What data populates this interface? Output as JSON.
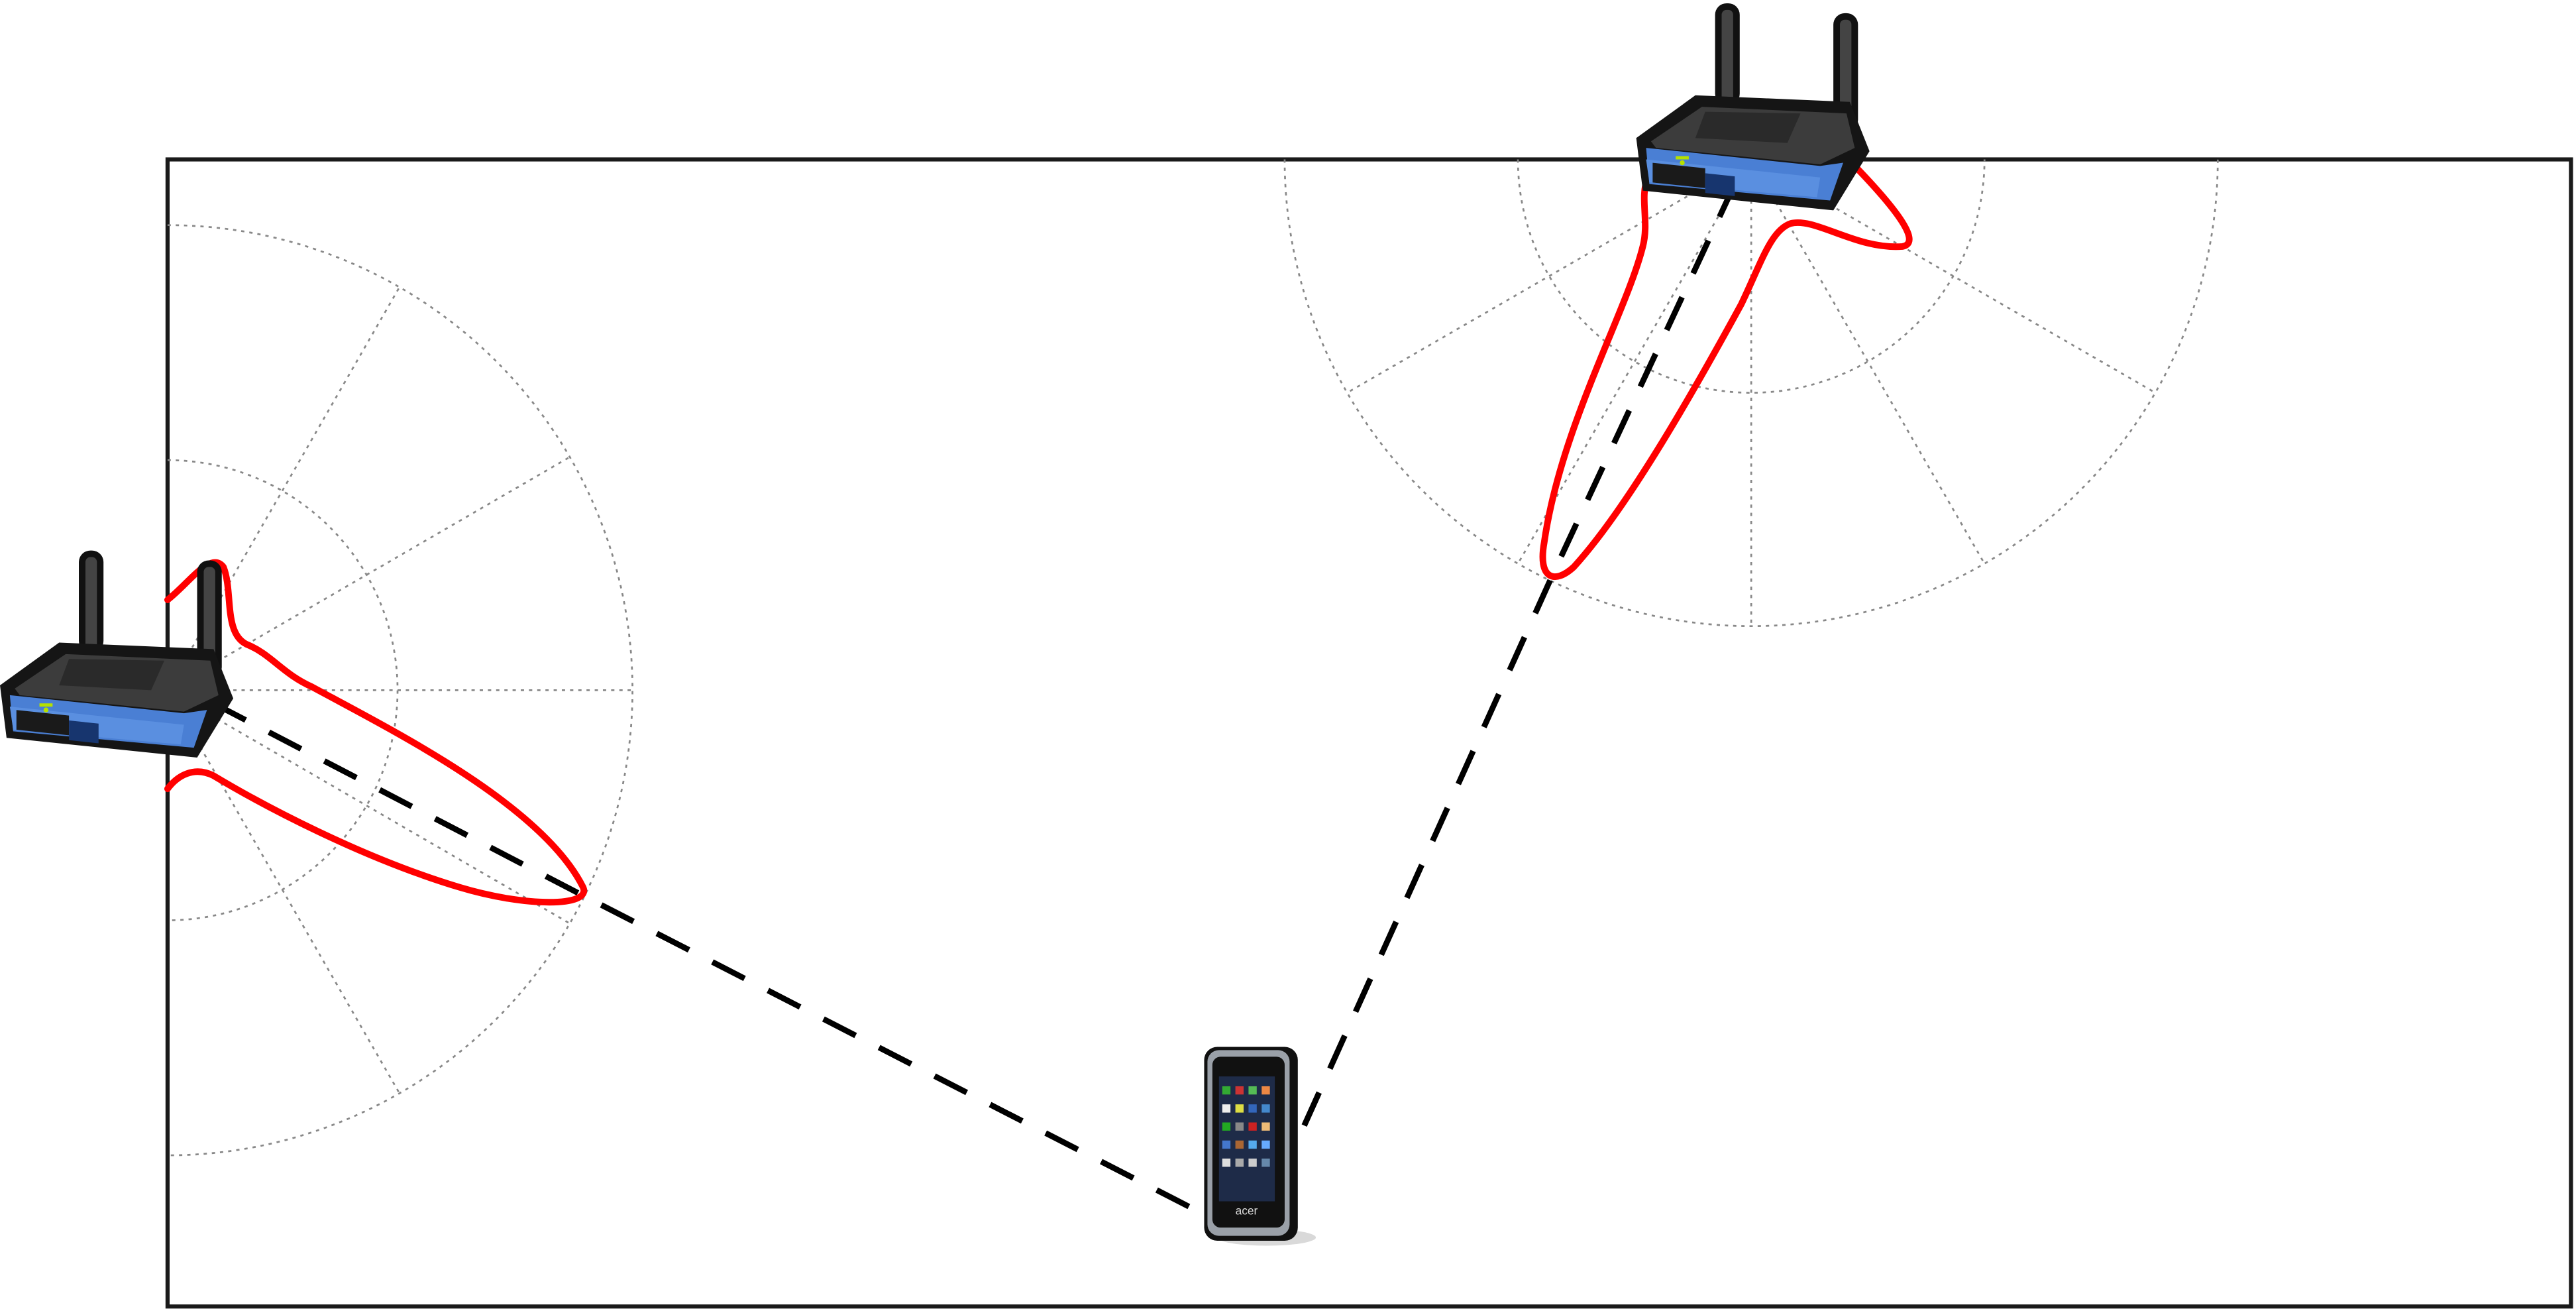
{
  "diagram": {
    "title_visible": false,
    "nodes": [
      {
        "id": "router-left",
        "type": "wireless-router-icon"
      },
      {
        "id": "router-top",
        "type": "wireless-router-icon"
      },
      {
        "id": "phone",
        "type": "smartphone-icon",
        "brand": "acer"
      }
    ],
    "links": [
      {
        "from": "router-left",
        "to": "phone",
        "style": "dashed"
      },
      {
        "from": "router-top",
        "to": "phone",
        "style": "dashed"
      }
    ],
    "beam_patterns": [
      "router-left",
      "router-top"
    ]
  },
  "colors": {
    "beam": "#ff0000",
    "link": "#000000",
    "grid": "#888888",
    "router_blue": "#4a7fd4",
    "frame": "#1a1a1a"
  }
}
